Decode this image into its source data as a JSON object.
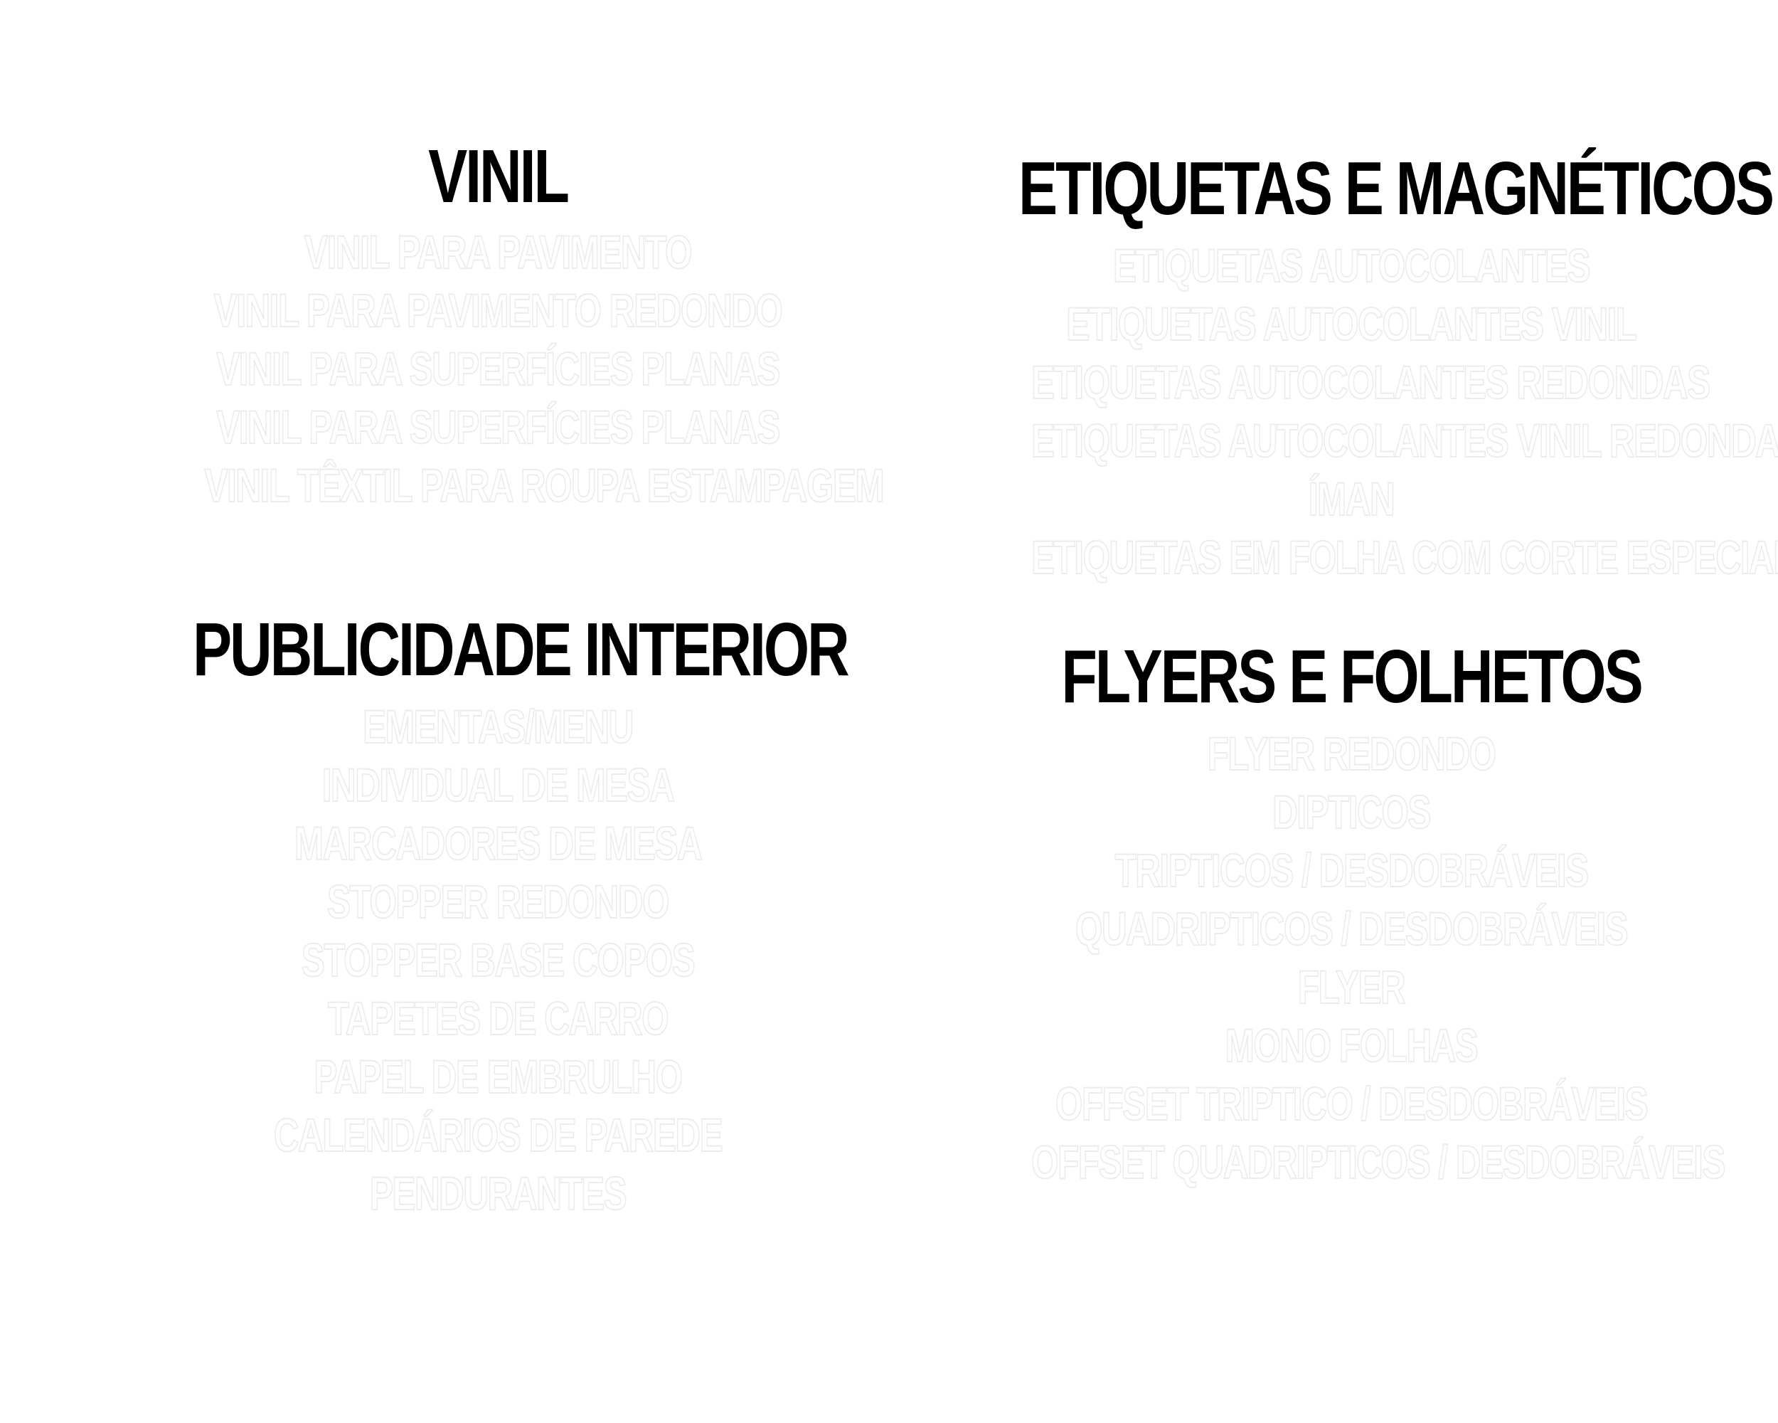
{
  "colors": {
    "background": "#ffffff",
    "title": "#000000",
    "item_fill": "#ffffff",
    "item_outline": "#ececec"
  },
  "sections": {
    "vinil": {
      "title": "VINIL",
      "items": [
        "VINIL PARA PAVIMENTO",
        "VINIL PARA PAVIMENTO REDONDO",
        "VINIL PARA SUPERFÍCIES PLANAS",
        "VINIL PARA SUPERFÍCIES PLANAS",
        "VINIL TÊXTIL PARA ROUPA ESTAMPAGEM"
      ]
    },
    "etiquetas": {
      "title": "ETIQUETAS E MAGNÉTICOS",
      "items": [
        "ETIQUETAS AUTOCOLANTES",
        "ETIQUETAS AUTOCOLANTES VINIL",
        "ETIQUETAS AUTOCOLANTES REDONDAS",
        "ETIQUETAS AUTOCOLANTES VINIL REDONDAS",
        "ÍMAN",
        "ETIQUETAS EM FOLHA COM CORTE ESPECIAL"
      ]
    },
    "publicidade": {
      "title": "PUBLICIDADE INTERIOR",
      "items": [
        "EMENTAS/MENU",
        "INDIVIDUAL DE MESA",
        "MARCADORES DE MESA",
        "STOPPER REDONDO",
        "STOPPER BASE COPOS",
        "TAPETES DE CARRO",
        "PAPEL DE EMBRULHO",
        "CALENDÁRIOS DE PAREDE",
        "PENDURANTES"
      ]
    },
    "flyers": {
      "title": "FLYERS E FOLHETOS",
      "items": [
        "FLYER REDONDO",
        "DIPTICOS",
        "TRIPTICOS / DESDOBRÁVEIS",
        "QUADRIPTICOS / DESDOBRÁVEIS",
        "FLYER",
        "MONO FOLHAS",
        "OFFSET TRIPTICO / DESDOBRÁVEIS",
        "OFFSET QUADRIPTICOS / DESDOBRÁVEIS"
      ]
    }
  }
}
